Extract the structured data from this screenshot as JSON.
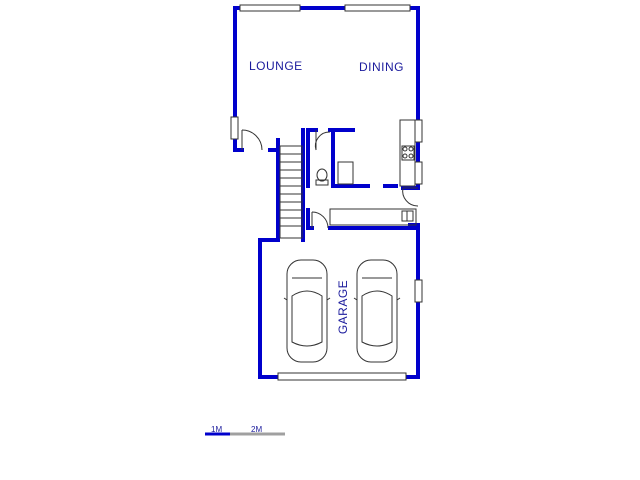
{
  "rooms": {
    "lounge": "LOUNGE",
    "dining": "DINING",
    "garage": "GARAGE"
  },
  "scale_bar": {
    "mark_1": "1M",
    "mark_2": "2M"
  },
  "colors": {
    "wall": "#0000cc",
    "fixture": "#333333",
    "label": "#1a1a9c",
    "scale_gray": "#a0a0a0"
  }
}
